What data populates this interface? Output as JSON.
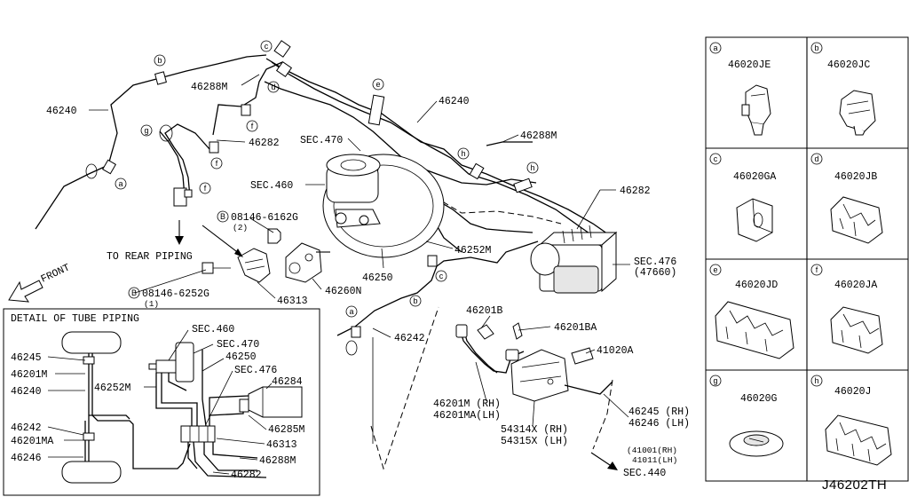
{
  "diagram_id": "J46202TH",
  "main_labels": {
    "tube_46240_left": "46240",
    "tube_46240_right": "46240",
    "tube_46288m_top": "46288M",
    "tube_46288m_right": "46288M",
    "tube_46282_left": "46282",
    "tube_46282_right": "46282",
    "sec470": "SEC.470",
    "sec460": "SEC.460",
    "sec476": "SEC.476",
    "sec476_sub": "(47660)",
    "bolt_upper": "08146-6162G",
    "bolt_upper_qty": "(2)",
    "bolt_lower": "08146-6252G",
    "bolt_lower_qty": "(1)",
    "bolt_marker": "B",
    "to_rear_piping": "TO REAR PIPING",
    "front": "FRONT",
    "p46252m": "46252M",
    "p46250": "46250",
    "p46260n": "46260N",
    "p46313": "46313",
    "p46242": "46242",
    "p46201b": "46201B",
    "p46201ba": "46201BA",
    "p41020a": "41020A",
    "hose_rh": "46201M (RH)",
    "hose_lh": "46201MA(LH)",
    "bracket_rh": "54314X (RH)",
    "bracket_lh": "54315X (LH)",
    "rear_rh": "46245 (RH)",
    "rear_lh": "46246 (LH)",
    "sec440_rh": "(41001(RH)",
    "sec440_lh": "41011(LH)",
    "sec440": "SEC.440"
  },
  "callout_letters": [
    "a",
    "b",
    "c",
    "d",
    "e",
    "f",
    "g",
    "h"
  ],
  "detail": {
    "title": "DETAIL OF TUBE PIPING",
    "sec460": "SEC.460",
    "sec470": "SEC.470",
    "p46250": "46250",
    "sec476": "SEC.476",
    "p46284": "46284",
    "p46252m": "46252M",
    "p46285m": "46285M",
    "p46313": "46313",
    "p46288m": "46288M",
    "p46282": "46282",
    "left_labels": [
      "46245",
      "46201M",
      "46240",
      "46242",
      "46201MA",
      "46246"
    ]
  },
  "clips": [
    {
      "letter": "a",
      "part": "46020JE"
    },
    {
      "letter": "b",
      "part": "46020JC"
    },
    {
      "letter": "c",
      "part": "46020GA"
    },
    {
      "letter": "d",
      "part": "46020JB"
    },
    {
      "letter": "e",
      "part": "46020JD"
    },
    {
      "letter": "f",
      "part": "46020JA"
    },
    {
      "letter": "g",
      "part": "46020G"
    },
    {
      "letter": "h",
      "part": "46020J"
    }
  ]
}
